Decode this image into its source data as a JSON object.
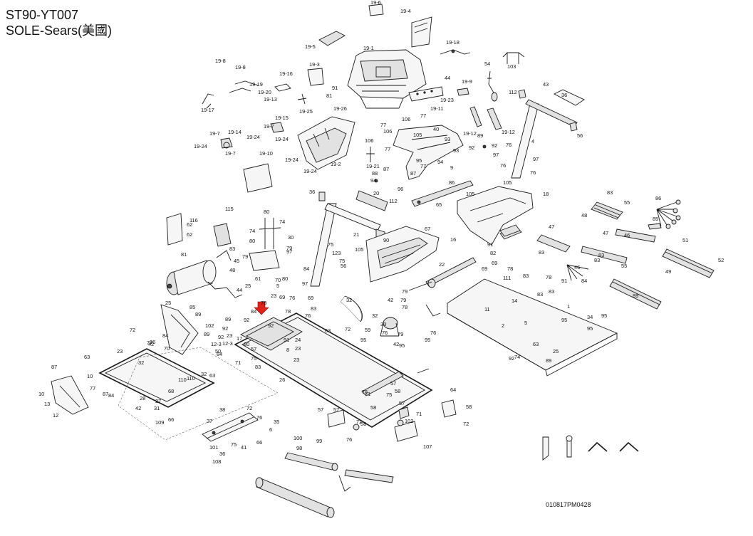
{
  "header": {
    "model": "ST90-YT007",
    "brand": "SOLE-Sears(美國)"
  },
  "drawing_code": "010817PM0428",
  "highlight_color": "#e0211a",
  "callouts": [
    "19-6",
    "19-4",
    "19-5",
    "19-1",
    "19-18",
    "103",
    "19-8",
    "19-8",
    "19-3",
    "54",
    "19-16",
    "19-19",
    "19-20",
    "19-13",
    "91",
    "81",
    "19-26",
    "44",
    "19-9",
    "19-23",
    "112",
    "43",
    "36",
    "19-17",
    "19-25",
    "19-11",
    "77",
    "106",
    "105",
    "19-12",
    "19-12",
    "19-15",
    "19-7",
    "19-14",
    "19-7",
    "19-24",
    "19-24",
    "19-24",
    "19-24",
    "19-7",
    "19-2",
    "19-21",
    "19-24",
    "19-10",
    "106",
    "77",
    "87",
    "40",
    "93",
    "89",
    "92",
    "97",
    "76",
    "76",
    "97",
    "76",
    "56",
    "4",
    "106",
    "77",
    "87",
    "77",
    "93",
    "92",
    "94",
    "88",
    "95",
    "94",
    "9",
    "96",
    "86",
    "112",
    "36",
    "20",
    "105",
    "105",
    "18",
    "65",
    "116",
    "115",
    "62",
    "62",
    "80",
    "74",
    "74",
    "80",
    "30",
    "79",
    "79",
    "70",
    "61",
    "5",
    "97",
    "75",
    "97",
    "75",
    "123",
    "84",
    "56",
    "21",
    "105",
    "90",
    "67",
    "22",
    "16",
    "91",
    "82",
    "81",
    "83",
    "48",
    "45",
    "83",
    "48",
    "55",
    "86",
    "83",
    "47",
    "85",
    "47",
    "46",
    "83",
    "83",
    "46",
    "55",
    "49",
    "51",
    "89",
    "52",
    "91",
    "84",
    "44",
    "25",
    "84",
    "23",
    "78",
    "69",
    "76",
    "69",
    "78",
    "83",
    "76",
    "69",
    "78",
    "69",
    "83",
    "111",
    "78",
    "83",
    "83",
    "14",
    "1",
    "11",
    "2",
    "5",
    "34",
    "95",
    "95",
    "95",
    "63",
    "74",
    "89",
    "25",
    "92",
    "26",
    "23",
    "80",
    "25",
    "85",
    "89",
    "102",
    "84",
    "92",
    "89",
    "23",
    "92",
    "92",
    "89",
    "92",
    "50",
    "12-3",
    "12-3",
    "84",
    "17",
    "71",
    "75",
    "57",
    "80",
    "83",
    "91",
    "8",
    "23",
    "23",
    "24",
    "32",
    "79",
    "79",
    "42",
    "32",
    "78",
    "76",
    "59",
    "42",
    "79",
    "33",
    "95",
    "95",
    "95",
    "63",
    "72",
    "76",
    "72",
    "42",
    "70",
    "32",
    "63",
    "10",
    "26",
    "77",
    "87",
    "77",
    "87",
    "10",
    "13",
    "12",
    "28",
    "68",
    "27",
    "84",
    "110",
    "110",
    "63",
    "32",
    "42",
    "58",
    "57",
    "75",
    "71",
    "75",
    "58",
    "57",
    "58",
    "72",
    "71",
    "57",
    "57",
    "64",
    "58",
    "72",
    "76",
    "102",
    "107",
    "31",
    "66",
    "109",
    "38",
    "72",
    "76",
    "35",
    "6",
    "37",
    "66",
    "41",
    "75",
    "36",
    "108",
    "101",
    "100",
    "99",
    "98"
  ]
}
